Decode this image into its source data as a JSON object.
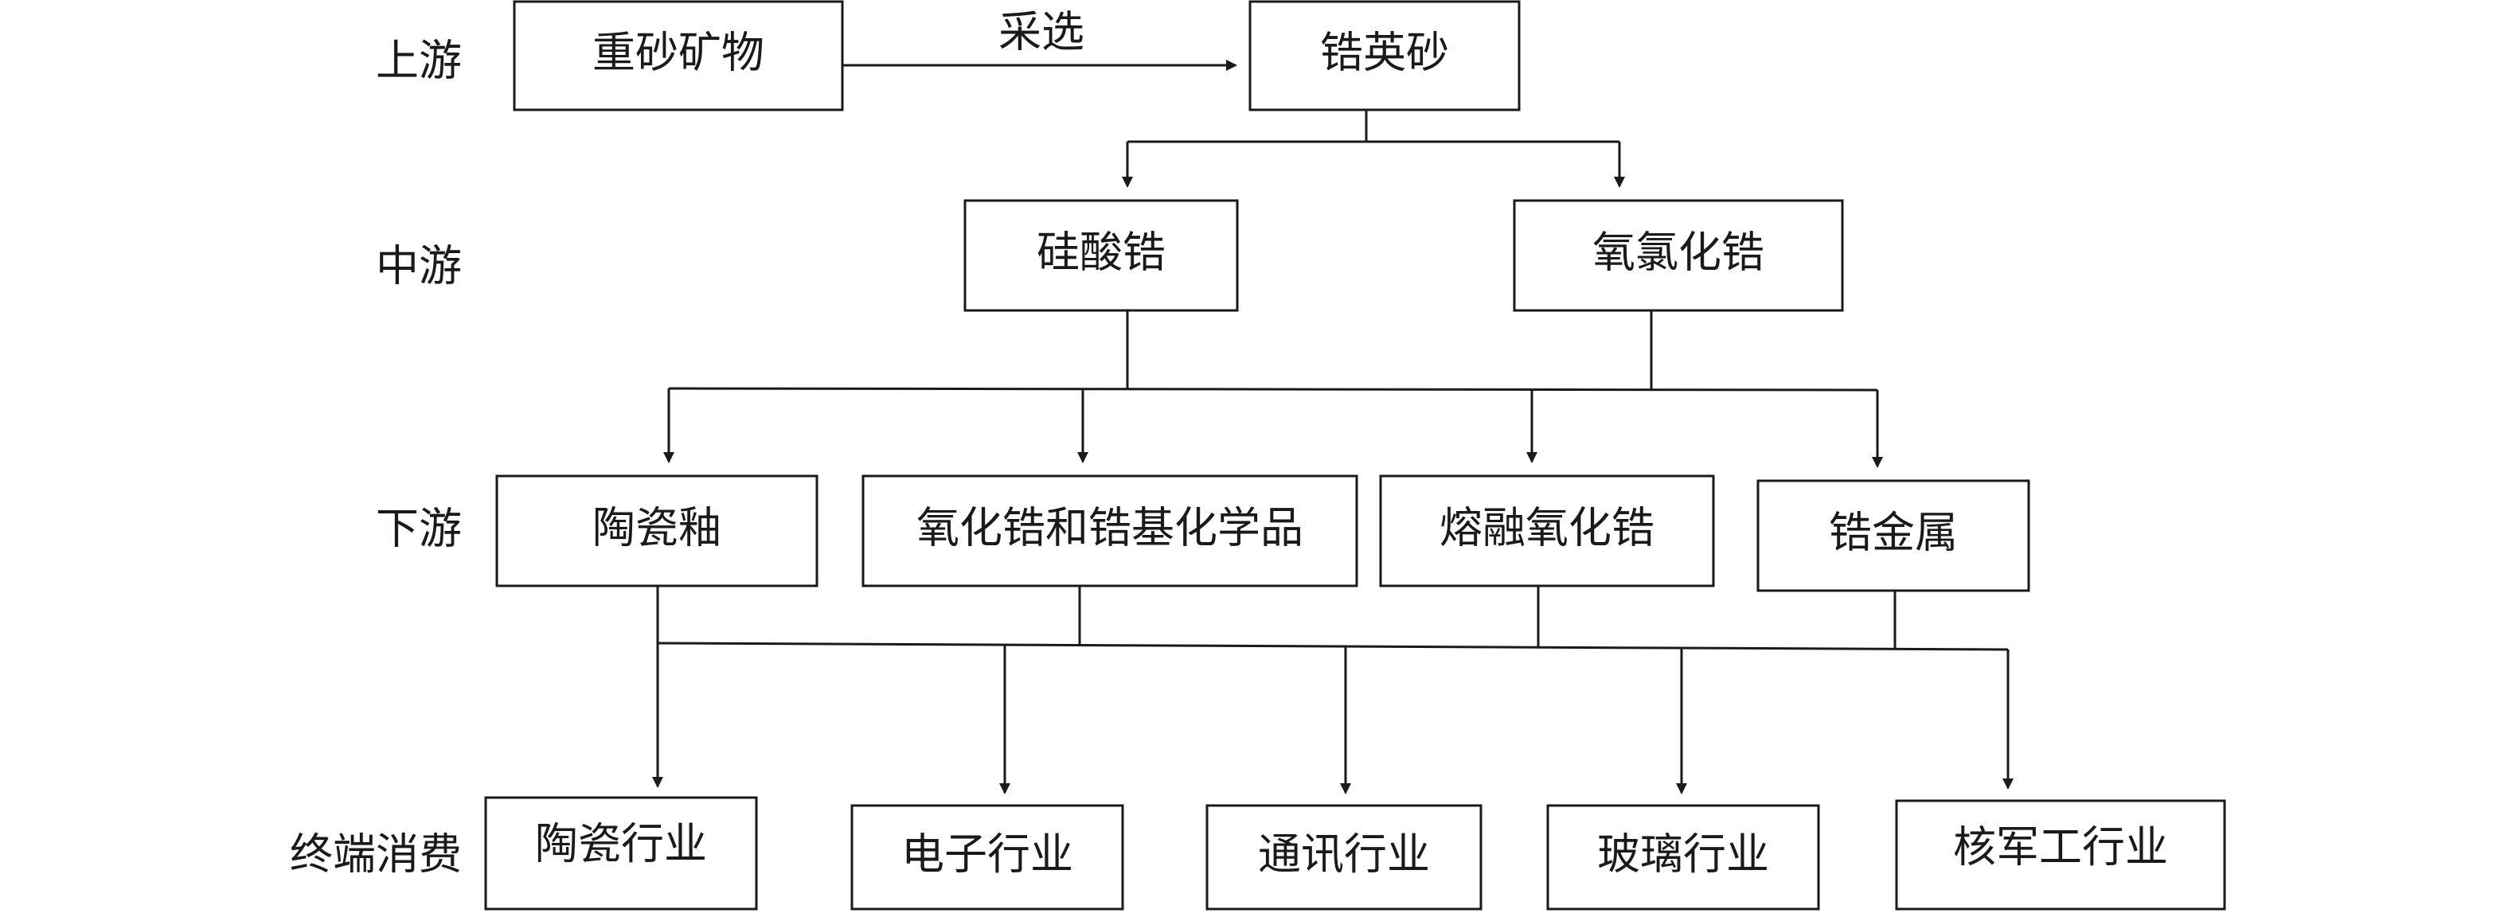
{
  "tiers": {
    "upstream": "上游",
    "midstream": "中游",
    "downstream": "下游",
    "consumption": "终端消费"
  },
  "nodes": {
    "heavy_minerals": "重砂矿物",
    "zircon_sand": "锆英砂",
    "zirconium_silicate": "硅酸锆",
    "zirconium_oxychloride": "氧氯化锆",
    "ceramic_glaze": "陶瓷釉",
    "zirconia_chemicals": "氧化锆和锆基化学品",
    "fused_zirconia": "熔融氧化锆",
    "zirconium_metal": "锆金属",
    "ceramics_industry": "陶瓷行业",
    "electronics_industry": "电子行业",
    "telecom_industry": "通讯行业",
    "glass_industry": "玻璃行业",
    "nuclear_military_industry": "核军工行业"
  },
  "edges": {
    "mining_label": "采选"
  },
  "colors": {
    "line": "#1a1a1a",
    "box_fill": "#ffffff",
    "text": "#1a1a1a"
  }
}
